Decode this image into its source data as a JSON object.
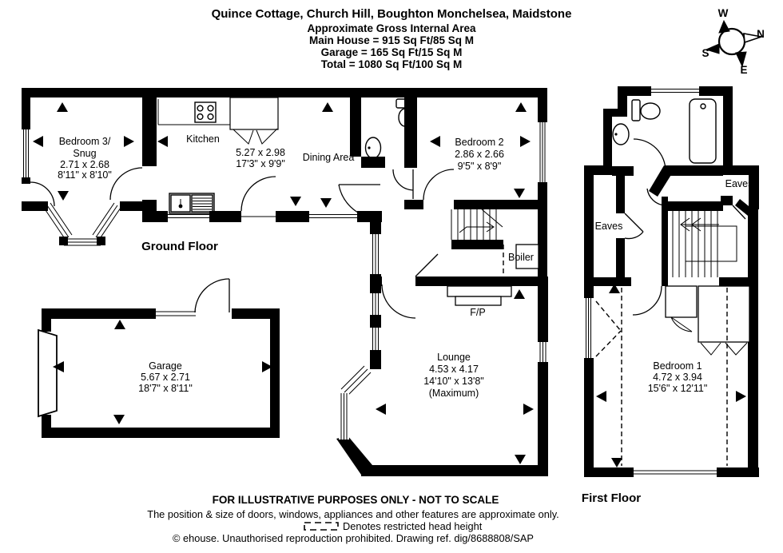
{
  "header": {
    "title": "Quince Cottage, Church Hill, Boughton Monchelsea, Maidstone",
    "subtitle": "Approximate Gross Internal Area",
    "area_lines": [
      "Main House = 915 Sq Ft/85 Sq M",
      "Garage = 165 Sq Ft/15 Sq M",
      "Total = 1080 Sq Ft/100 Sq M"
    ]
  },
  "compass": {
    "top": "W",
    "right": "N",
    "left": "S",
    "bottom": "E"
  },
  "ground_floor": {
    "label": "Ground Floor",
    "rooms": {
      "bedroom3": {
        "lines": [
          "Bedroom 3/",
          "Snug",
          "2.71 x 2.68",
          "8'11\" x 8'10\""
        ]
      },
      "kitchen": {
        "label": "Kitchen"
      },
      "kitchen_dining_dims": {
        "lines": [
          "5.27 x 2.98",
          "17'3\" x 9'9\""
        ]
      },
      "dining": {
        "label": "Dining Area"
      },
      "bedroom2": {
        "lines": [
          "Bedroom 2",
          "2.86 x 2.66",
          "9'5\" x 8'9\""
        ]
      },
      "boiler": {
        "label": "Boiler"
      },
      "fireplace": {
        "label": "F/P"
      },
      "lounge": {
        "lines": [
          "Lounge",
          "4.53 x 4.17",
          "14'10\" x 13'8\"",
          "(Maximum)"
        ]
      },
      "garage": {
        "lines": [
          "Garage",
          "5.67 x 2.71",
          "18'7\" x 8'11\""
        ]
      }
    }
  },
  "first_floor": {
    "label": "First Floor",
    "rooms": {
      "eaves_left": {
        "label": "Eaves"
      },
      "eaves_right": {
        "label": "Eaves"
      },
      "bedroom1": {
        "lines": [
          "Bedroom 1",
          "4.72 x 3.94",
          "15'6\" x 12'11\""
        ]
      }
    }
  },
  "footer": {
    "line1": "FOR ILLUSTRATIVE PURPOSES ONLY - NOT TO SCALE",
    "line2": "The position & size of doors, windows, appliances and other features are approximate only.",
    "legend": "Denotes restricted head height",
    "line4": "© ehouse. Unauthorised reproduction prohibited. Drawing ref. dig/8688808/SAP"
  },
  "colors": {
    "wall": "#000000",
    "background": "#ffffff"
  }
}
